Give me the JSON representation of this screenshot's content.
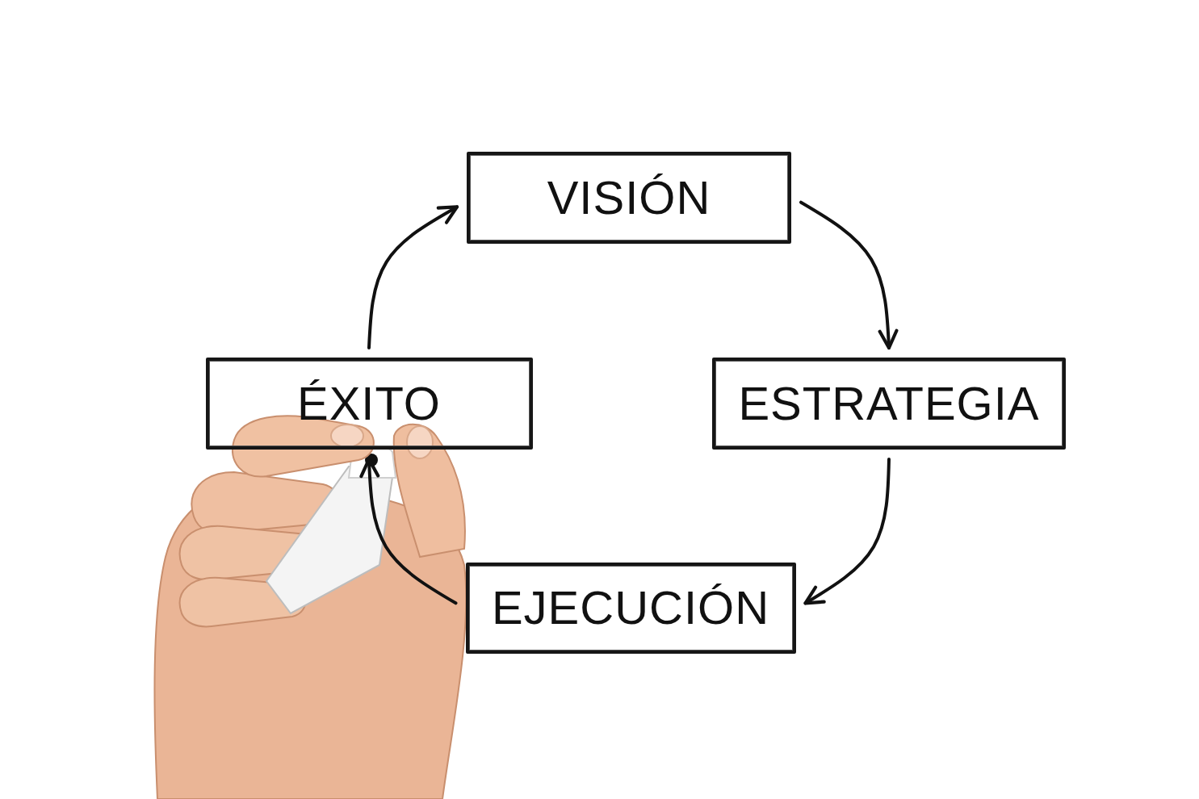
{
  "diagram": {
    "nodes": [
      {
        "text": [
          "VISIÓN"
        ]
      },
      {
        "text": [
          "ESTRATEGIA"
        ]
      },
      {
        "text": [
          "EJECUCIÓN"
        ]
      },
      {
        "text": [
          "ÉXITO"
        ]
      }
    ],
    "edges": [
      {
        "from": 0,
        "to": 1,
        "arrow": "to"
      },
      {
        "from": 1,
        "to": 2,
        "arrow": "to"
      },
      {
        "from": 2,
        "to": 3,
        "arrow": "to"
      },
      {
        "from": 3,
        "to": 0,
        "arrow": "to"
      }
    ]
  }
}
